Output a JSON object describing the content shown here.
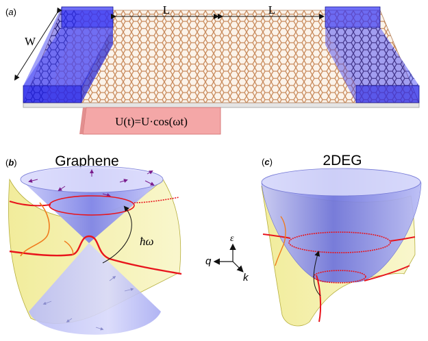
{
  "panels": {
    "a": {
      "label_open": "(",
      "label_letter": "a",
      "label_close": ")"
    },
    "b": {
      "label_open": "(",
      "label_letter": "b",
      "label_close": ")",
      "title": "Graphene"
    },
    "c": {
      "label_open": "(",
      "label_letter": "c",
      "label_close": ")",
      "title": "2DEG"
    }
  },
  "device": {
    "width_label": "W",
    "length_label_left": "L",
    "length_label_right": "L",
    "gate_formula": "U(t)=U·cos(ωt)"
  },
  "graphene_plot": {
    "photon_label": "ħω"
  },
  "axes_triad": {
    "energy_label": "ε",
    "q_label": "q",
    "k_label": "k"
  },
  "colors": {
    "contact_blue": "#2f2ff0",
    "lattice_orange": "#d9a27a",
    "gate_pink": "#f2a3a3",
    "cone_blue": "#9a9ef5",
    "sheet_yellow": "#f3f0a0",
    "curve_red": "#e8141c"
  }
}
